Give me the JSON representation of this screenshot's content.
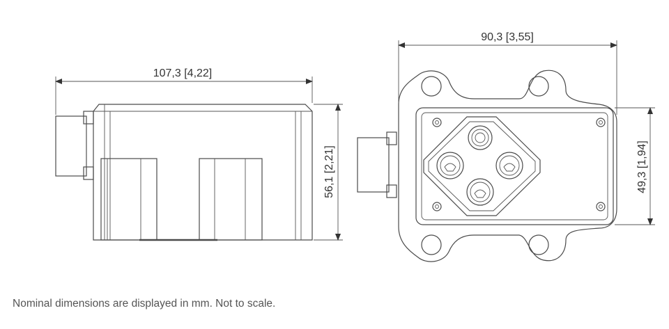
{
  "dimensions": {
    "side_width": "107,3  [4,22]",
    "side_height": "56,1  [2,21]",
    "front_width": "90,3  [3,55]",
    "front_height": "49,3  [1,94]"
  },
  "caption": "Nominal dimensions are displayed in mm. Not to scale.",
  "colors": {
    "line": "#4a4a4a",
    "text": "#333333",
    "caption": "#555555"
  }
}
